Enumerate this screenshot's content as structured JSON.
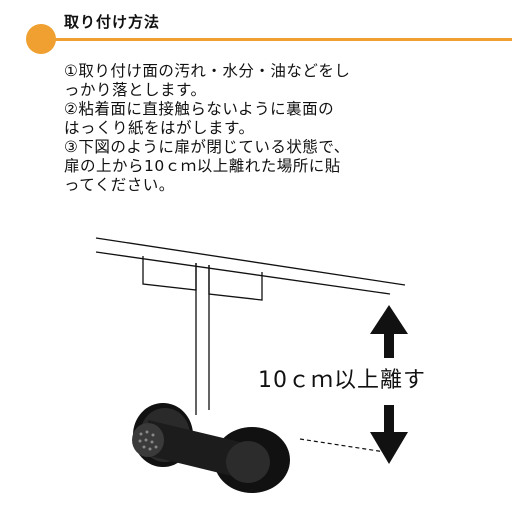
{
  "header": {
    "title": "取り付け方法",
    "accent_color": "#f0a030"
  },
  "instructions": [
    "①取り付け面の汚れ・水分・油などをしっかり落とします。",
    "②粘着面に直接触らないように裏面のはっくり紙をはがします。",
    "③下図のように扉が閉じている状態で、扉の上から10ｃｍ以上離れた場所に貼ってください。"
  ],
  "instruction_lines": [
    [
      "①取り付け面の汚れ・水分・油などをし",
      "っかり落とします。"
    ],
    [
      "②粘着面に直接触らないように裏面の",
      "はっくり紙をはがします。"
    ],
    [
      "③下図のように扉が閉じている状態で、",
      "扉の上から10ｃｍ以上離れた場所に貼",
      "ってください。"
    ]
  ],
  "figure": {
    "distance_label": "10ｃｍ以上離す",
    "arrow_color": "#111111",
    "lock_color": "#1a1a1a"
  }
}
